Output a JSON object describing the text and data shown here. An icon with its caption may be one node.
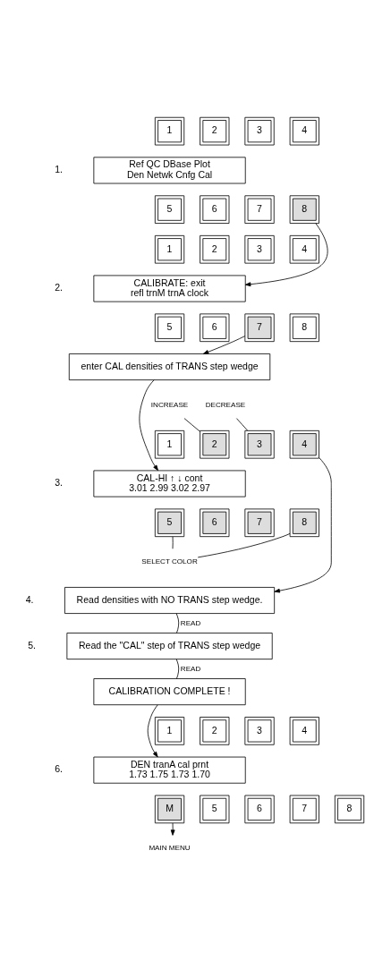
{
  "diagram": {
    "nodes": [
      {
        "text": [
          "1"
        ]
      },
      {
        "text": [
          "2"
        ]
      },
      {
        "text": [
          "3"
        ]
      },
      {
        "text": [
          "4"
        ]
      },
      {
        "text": [
          "Ref QC DBase Plot",
          "Den Netwk Cnfg Cal"
        ],
        "beside": [
          "1."
        ]
      },
      {
        "text": [
          "5"
        ]
      },
      {
        "text": [
          "6"
        ]
      },
      {
        "text": [
          "7"
        ]
      },
      {
        "text": [
          "8"
        ]
      },
      {
        "text": [
          "1"
        ]
      },
      {
        "text": [
          "2"
        ]
      },
      {
        "text": [
          "3"
        ]
      },
      {
        "text": [
          "4"
        ]
      },
      {
        "text": [
          "CALIBRATE: exit",
          "refl trnM trnA clock"
        ],
        "beside": [
          "2."
        ]
      },
      {
        "text": [
          "5"
        ]
      },
      {
        "text": [
          "6"
        ]
      },
      {
        "text": [
          "7"
        ]
      },
      {
        "text": [
          "8"
        ]
      },
      {
        "text": [
          "enter CAL densities of TRANS step wedge"
        ]
      },
      {
        "text": [
          "INCREASE"
        ]
      },
      {
        "text": [
          "DECREASE"
        ]
      },
      {
        "text": [
          "1"
        ]
      },
      {
        "text": [
          "2"
        ]
      },
      {
        "text": [
          "3"
        ]
      },
      {
        "text": [
          "4"
        ]
      },
      {
        "text": [
          "CAL-HI ↑ ↓ cont",
          "3.01 2.99 3.02 2.97"
        ],
        "beside": [
          "3."
        ]
      },
      {
        "text": [
          "5"
        ]
      },
      {
        "text": [
          "6"
        ]
      },
      {
        "text": [
          "7"
        ]
      },
      {
        "text": [
          "8"
        ]
      },
      {
        "text": [
          "SELECT COLOR"
        ]
      },
      {
        "text": [
          "Read densities with NO TRANS step wedge."
        ],
        "beside": [
          "4."
        ]
      },
      {
        "text": [
          "Read the \"CAL\" step of TRANS step wedge"
        ],
        "beside": [
          "5."
        ]
      },
      {
        "text": [
          "CALIBRATION COMPLETE !"
        ]
      },
      {
        "text": [
          "1"
        ]
      },
      {
        "text": [
          "2"
        ]
      },
      {
        "text": [
          "3"
        ]
      },
      {
        "text": [
          "4"
        ]
      },
      {
        "text": [
          "DEN tranA cal prnt",
          "1.73 1.75 1.73 1.70"
        ],
        "beside": [
          "6."
        ]
      },
      {
        "text": [
          "M"
        ]
      },
      {
        "text": [
          "5"
        ]
      },
      {
        "text": [
          "6"
        ]
      },
      {
        "text": [
          "7"
        ]
      },
      {
        "text": [
          "8"
        ]
      },
      {
        "text": [
          "MAIN MENU"
        ]
      }
    ],
    "edges": [
      {
        "from": 8,
        "to": 13,
        "arrow": "to"
      },
      {
        "from": 16,
        "to": 18,
        "arrow": "to"
      },
      {
        "from": 18,
        "to": 25,
        "arrow": "to"
      },
      {
        "from": 19,
        "to": 22,
        "arrow": "none"
      },
      {
        "from": 20,
        "to": 23,
        "arrow": "none"
      },
      {
        "from": 30,
        "to": 26,
        "arrow": "none"
      },
      {
        "from": 30,
        "to": 29,
        "arrow": "none"
      },
      {
        "from": 24,
        "to": 31,
        "arrow": "to"
      },
      {
        "from": 31,
        "to": 32,
        "arrow": "none",
        "label": "READ"
      },
      {
        "from": 32,
        "to": 33,
        "arrow": "none",
        "label": "READ"
      },
      {
        "from": 33,
        "to": 38,
        "arrow": "to"
      },
      {
        "from": 39,
        "to": 44,
        "arrow": "to"
      }
    ]
  }
}
